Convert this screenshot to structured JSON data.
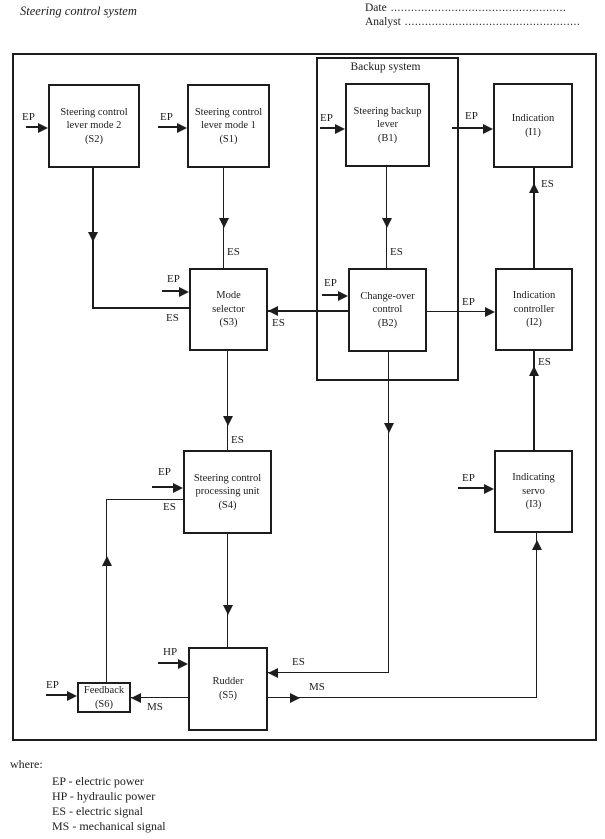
{
  "header": {
    "title": "Steering control system",
    "date_label": "Date",
    "analyst_label": "Analyst",
    "dotted_line": "................................................................."
  },
  "diagram": {
    "backup_group_label": "Backup system",
    "blocks": {
      "s2": "Steering control\nlever mode 2\n(S2)",
      "s1": "Steering control\nlever mode 1\n(S1)",
      "b1": "Steering backup\nlever\n(B1)",
      "i1": "Indication\n(I1)",
      "s3": "Mode\nselector\n(S3)",
      "b2": "Change-over\ncontrol\n(B2)",
      "i2": "Indication\ncontroller\n(I2)",
      "s4": "Steering control\nprocessing unit\n(S4)",
      "i3": "Indicating\nservo\n(I3)",
      "s5": "Rudder\n(S5)",
      "s6": "Feedback\n(S6)"
    },
    "signals": {
      "ep": "EP",
      "es": "ES",
      "hp": "HP",
      "ms": "MS"
    }
  },
  "legend": {
    "where_label": "where:",
    "items": [
      "EP - electric power",
      "HP - hydraulic power",
      "ES - electric signal",
      "MS - mechanical signal"
    ]
  },
  "colors": {
    "line": "#1d1d1d",
    "background": "#ffffff"
  }
}
